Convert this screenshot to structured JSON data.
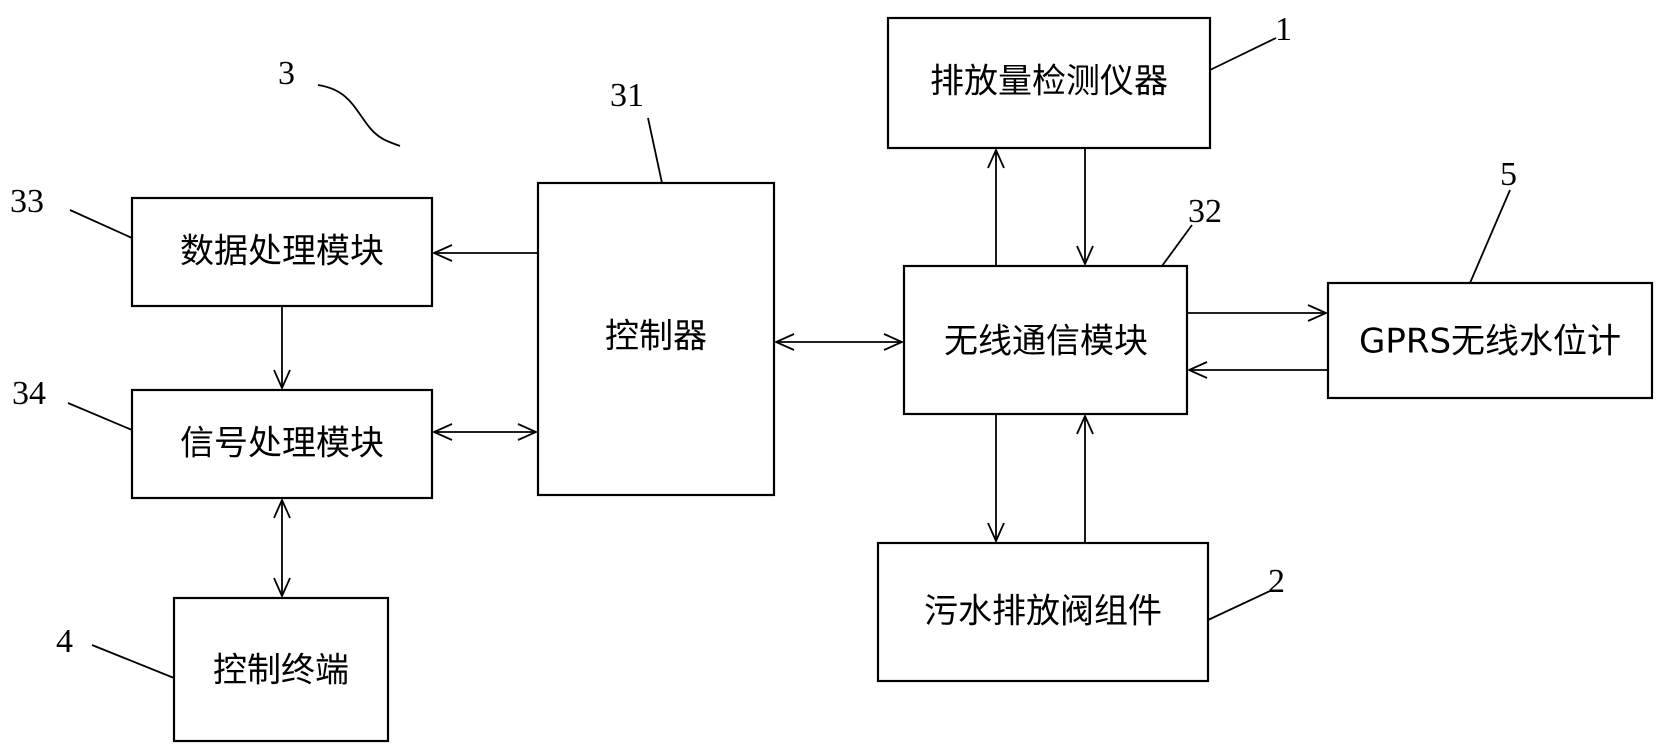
{
  "diagram": {
    "boxes": {
      "emission_meter": "排放量检测仪器",
      "data_processing": "数据处理模块",
      "signal_processing": "信号处理模块",
      "controller": "控制器",
      "wireless_comm": "无线通信模块",
      "gprs_water_gauge": "GPRS无线水位计",
      "sewage_valve": "污水排放阀组件",
      "control_terminal": "控制终端"
    },
    "refs": {
      "r1": "1",
      "r2": "2",
      "r3": "3",
      "r4": "4",
      "r5": "5",
      "r31": "31",
      "r32": "32",
      "r33": "33",
      "r34": "34"
    }
  }
}
